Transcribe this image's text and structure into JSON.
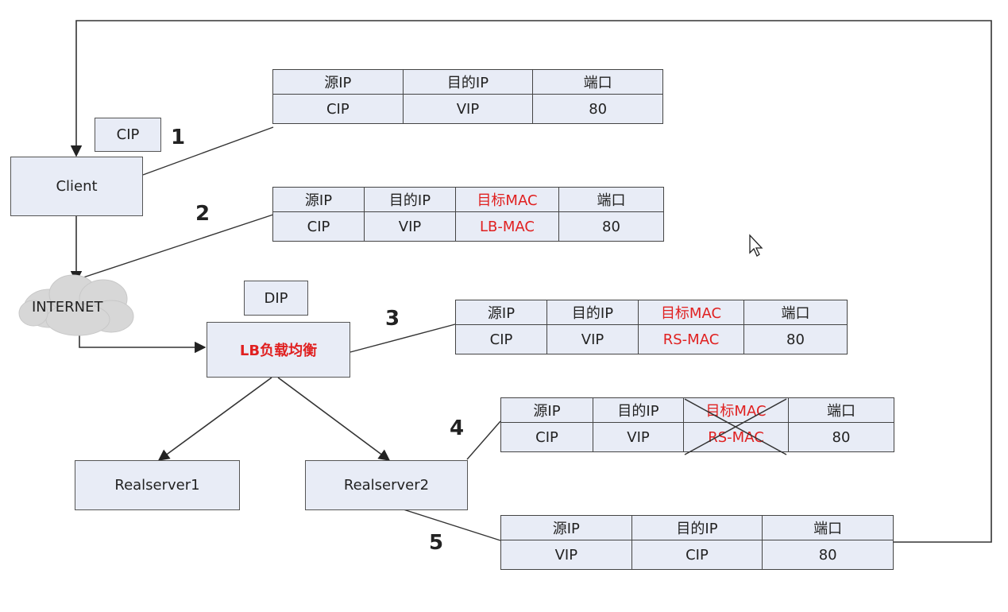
{
  "nodes": {
    "client": "Client",
    "internet": "INTERNET",
    "lb": "LB负载均衡",
    "rs1": "Realserver1",
    "rs2": "Realserver2",
    "cip_tag": "CIP",
    "dip_tag": "DIP"
  },
  "steps": [
    "1",
    "2",
    "3",
    "4",
    "5"
  ],
  "packets": {
    "p1": {
      "headers": [
        "源IP",
        "目的IP",
        "端口"
      ],
      "values": [
        "CIP",
        "VIP",
        "80"
      ]
    },
    "p2": {
      "headers": [
        "源IP",
        "目的IP",
        "目标MAC",
        "端口"
      ],
      "values": [
        "CIP",
        "VIP",
        "LB-MAC",
        "80"
      ]
    },
    "p3": {
      "headers": [
        "源IP",
        "目的IP",
        "目标MAC",
        "端口"
      ],
      "values": [
        "CIP",
        "VIP",
        "RS-MAC",
        "80"
      ]
    },
    "p4": {
      "headers": [
        "源IP",
        "目的IP",
        "目标MAC",
        "端口"
      ],
      "values": [
        "CIP",
        "VIP",
        "RS-MAC",
        "80"
      ],
      "struck_column": "目标MAC"
    },
    "p5": {
      "headers": [
        "源IP",
        "目的IP",
        "端口"
      ],
      "values": [
        "VIP",
        "CIP",
        "80"
      ]
    }
  },
  "colors": {
    "box_fill": "#e8ecf6",
    "highlight": "#e02020",
    "line": "#333333"
  }
}
